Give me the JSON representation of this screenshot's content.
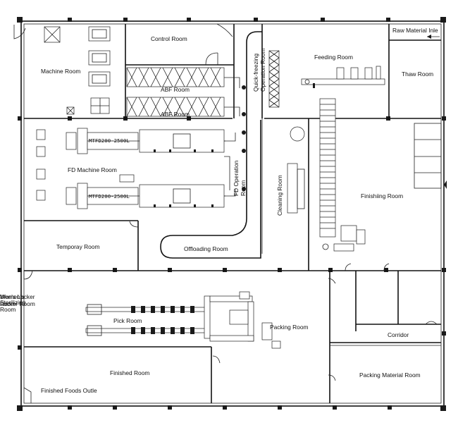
{
  "rooms": {
    "machine_room": "Machine Room",
    "control_room": "Control Room",
    "abf_room_1": "ABF Room",
    "abf_room_2": "ABF Room",
    "quick_freezing": "Quick-freezing Operation Room",
    "feeding_room": "Feeding Room",
    "raw_material": "Raw Material Inle",
    "thaw_room": "Thaw Room",
    "fd_machine_room": "FD Machine Room",
    "mtfd_1": "MTFD200-2500L",
    "mtfd_2": "MTFD200-2500L",
    "fd_operation": "FD Operation Room",
    "cleaning_room": "Cleaning Room",
    "finishing_room": "Finishiing Room",
    "temporary_room": "Temporay Room",
    "offloading_room": "Offloading Room",
    "pick_room": "Pick Room",
    "packing_room": "Packing  Room",
    "sterilizing_room": "Sterilizing Room",
    "womens_locker": "Women's Locker Room",
    "mens_locker": "Men's Locker Room",
    "corridor": "Corridor",
    "finished_room": "Finished Room",
    "packing_material": "Packing Material Room",
    "finished_foods_outlet": "Finished Foods Outle"
  },
  "colors": {
    "line": "#111111",
    "background": "#ffffff"
  }
}
